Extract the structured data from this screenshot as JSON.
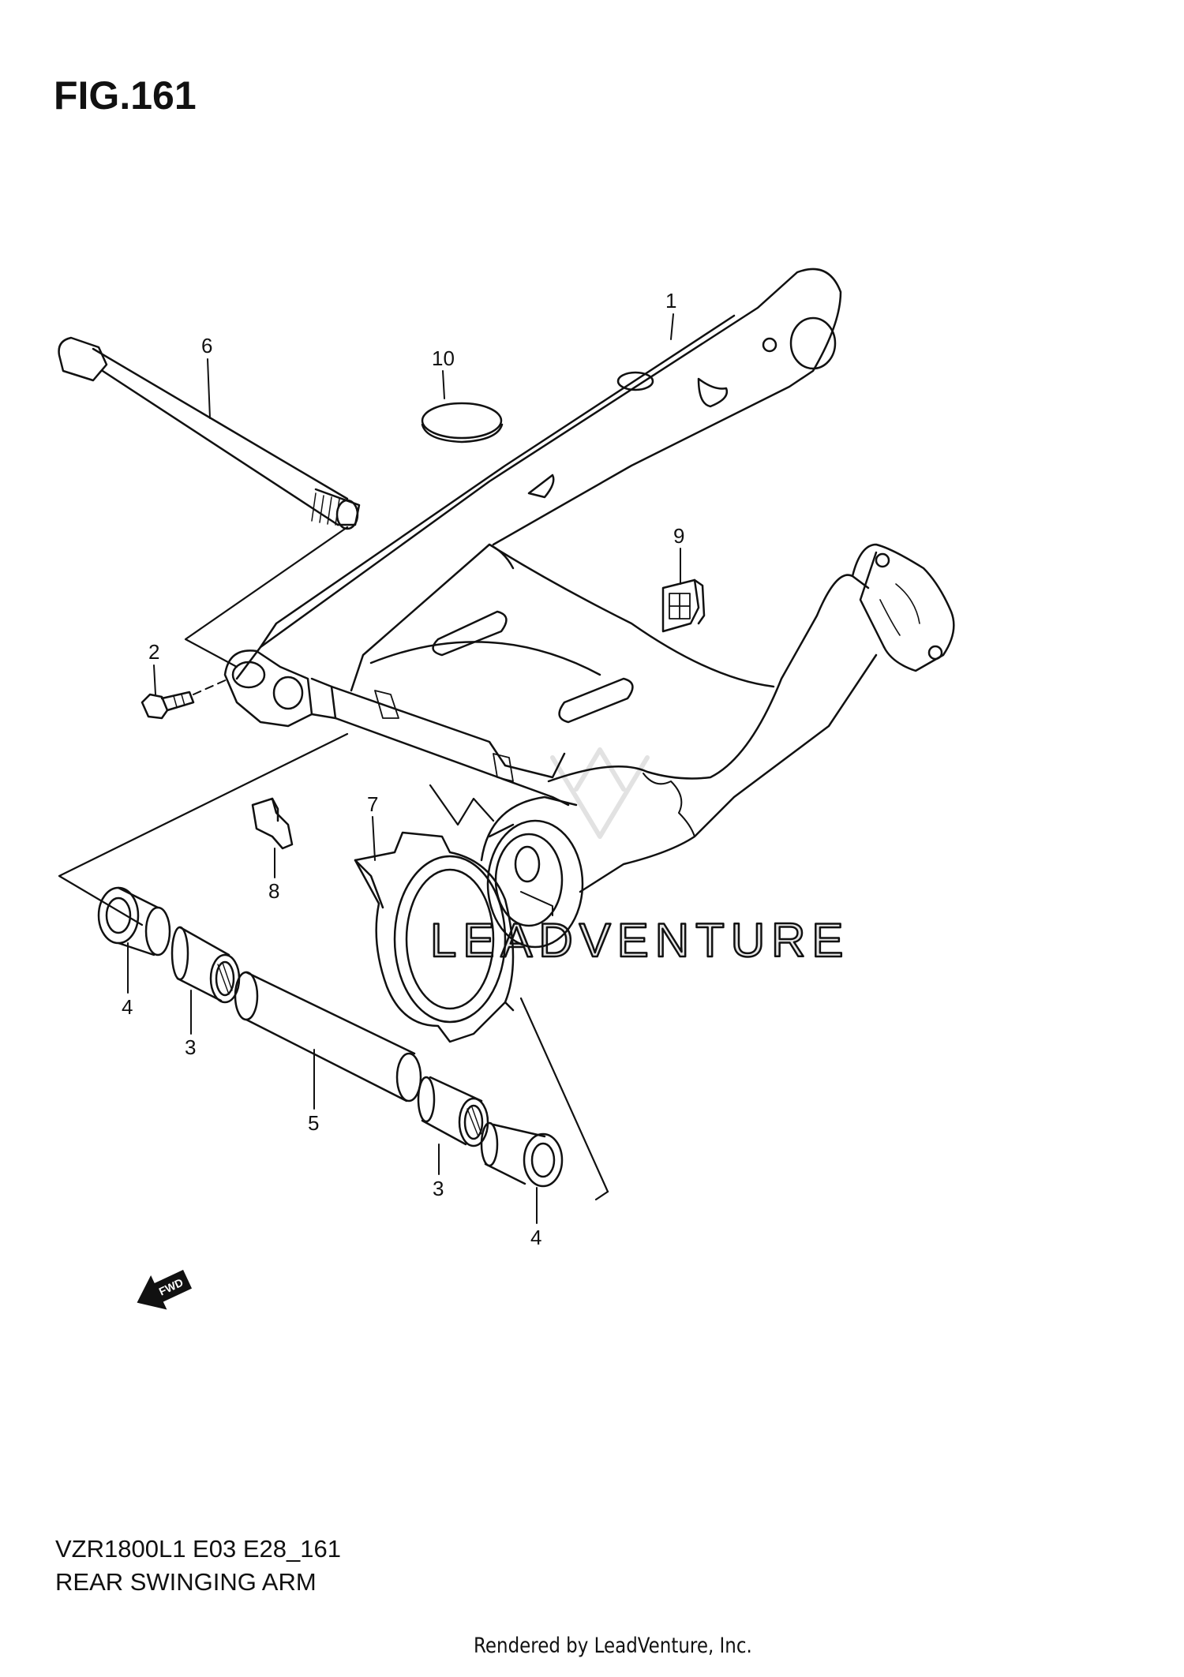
{
  "figure": {
    "title": "FIG.161",
    "model_code": "VZR1800L1 E03 E28_161",
    "part_name": "REAR SWINGING ARM",
    "rendered_by": "Rendered by LeadVenture, Inc.",
    "watermark": "LEADVENTURE"
  },
  "callouts": {
    "c1": "1",
    "c2": "2",
    "c3a": "3",
    "c3b": "3",
    "c4a": "4",
    "c4b": "4",
    "c5": "5",
    "c6": "6",
    "c7": "7",
    "c8": "8",
    "c9": "9",
    "c10": "10"
  },
  "icons": {
    "fwd": "FWD"
  }
}
